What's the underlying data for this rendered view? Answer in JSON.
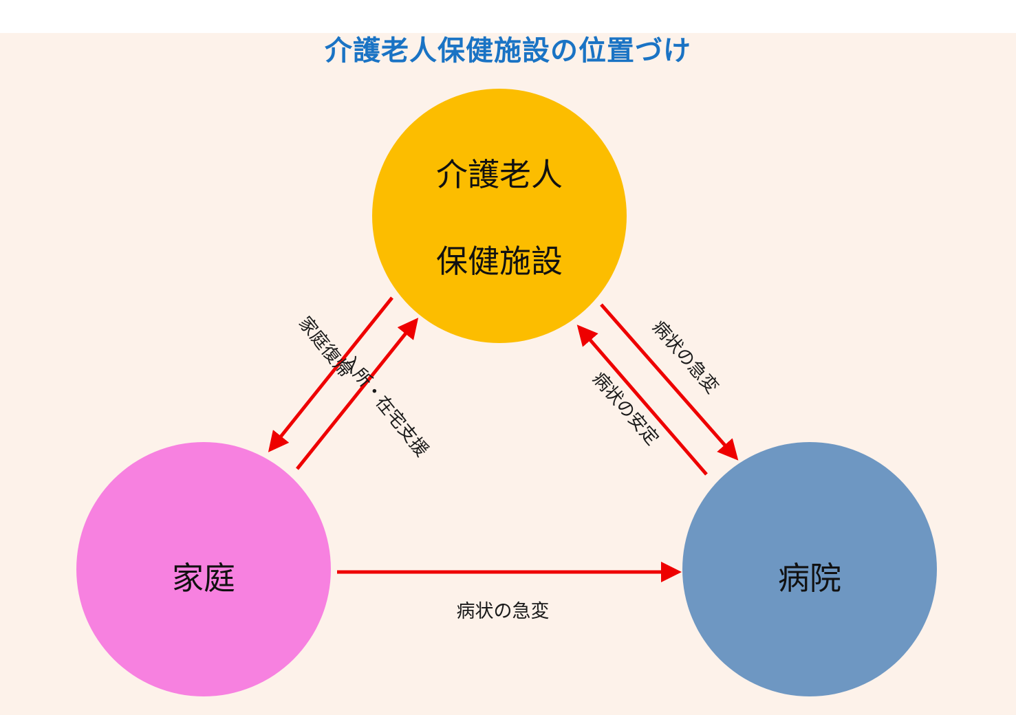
{
  "title": "介護老人保健施設の位置づけ",
  "colors": {
    "background": "#fdf2ea",
    "title": "#1a73c4",
    "facility_node": "#fcbd00",
    "home_node": "#f781e0",
    "hospital_node": "#6e97c2",
    "arrow": "#ee0000"
  },
  "nodes": {
    "facility": {
      "line1": "介護老人",
      "line2": "保健施設"
    },
    "home": {
      "label": "家庭"
    },
    "hospital": {
      "label": "病院"
    }
  },
  "edges": {
    "facility_to_home": "家庭復帰",
    "home_to_facility": "入所・在宅支援",
    "facility_to_hospital": "病状の急変",
    "hospital_to_facility": "病状の安定",
    "home_to_hospital": "病状の急変"
  }
}
